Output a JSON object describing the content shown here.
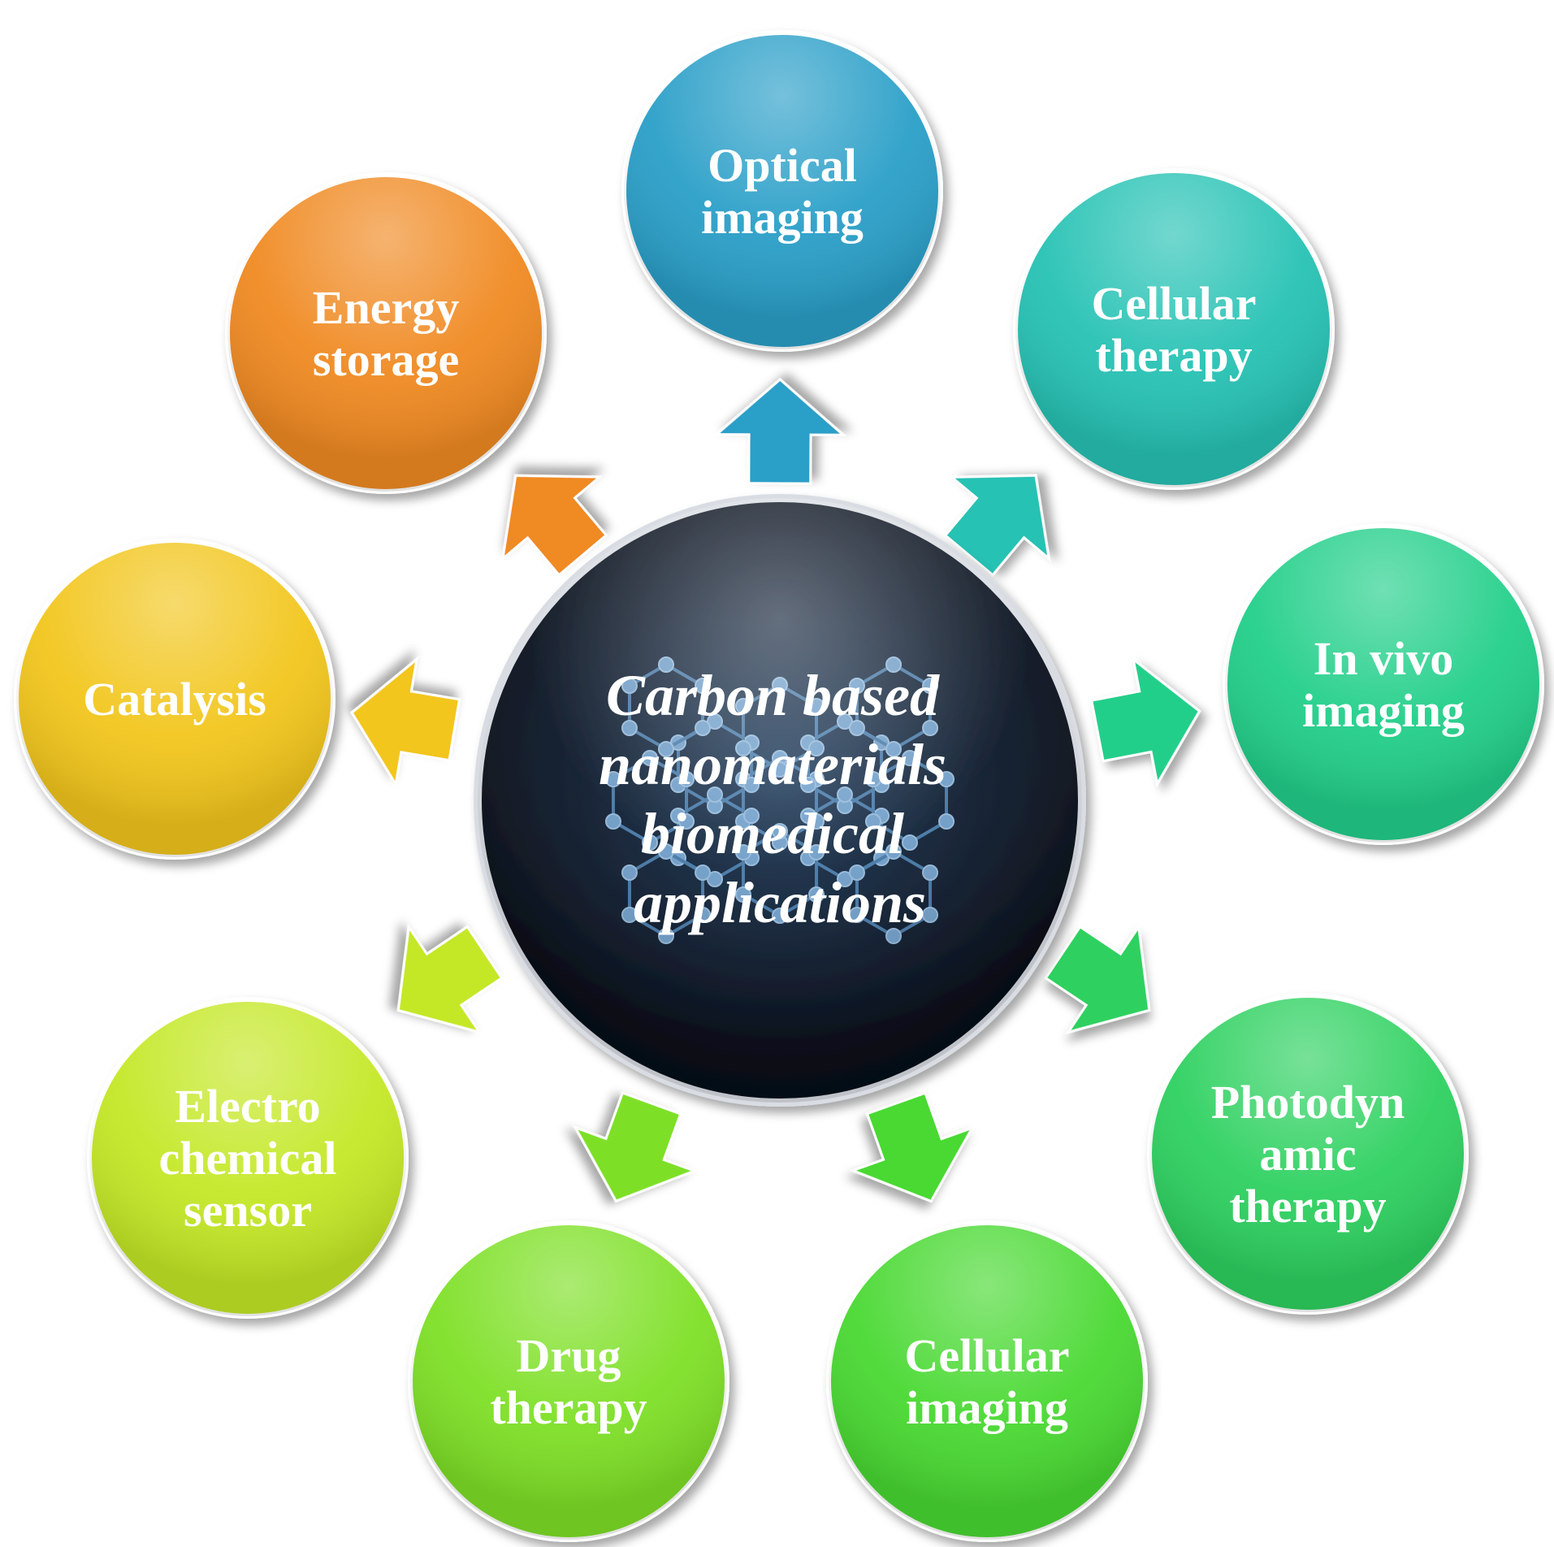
{
  "center": {
    "lines": [
      "Carbon based",
      "nanomaterials",
      "biomedical",
      "applications"
    ]
  },
  "nodes": [
    {
      "id": "optical-imaging",
      "lines": [
        "Optical",
        "imaging"
      ],
      "color": "#2a9fc8"
    },
    {
      "id": "cellular-therapy",
      "lines": [
        "Cellular",
        "therapy"
      ],
      "color": "#27c2b4"
    },
    {
      "id": "in-vivo-imaging",
      "lines": [
        "In vivo",
        "imaging"
      ],
      "color": "#24cf8a"
    },
    {
      "id": "photodynamic-therapy",
      "lines": [
        "Photodyn",
        "amic",
        "therapy"
      ],
      "color": "#2fd160"
    },
    {
      "id": "cellular-imaging",
      "lines": [
        "Cellular",
        "imaging"
      ],
      "color": "#49d932"
    },
    {
      "id": "drug-therapy",
      "lines": [
        "Drug",
        "therapy"
      ],
      "color": "#7ee028"
    },
    {
      "id": "electrochemical-sensor",
      "lines": [
        "Electro",
        "chemical",
        "sensor"
      ],
      "color": "#c4e826"
    },
    {
      "id": "catalysis",
      "lines": [
        "Catalysis"
      ],
      "color": "#f2c61e"
    },
    {
      "id": "energy-storage",
      "lines": [
        "Energy",
        "storage"
      ],
      "color": "#f08a22"
    }
  ]
}
